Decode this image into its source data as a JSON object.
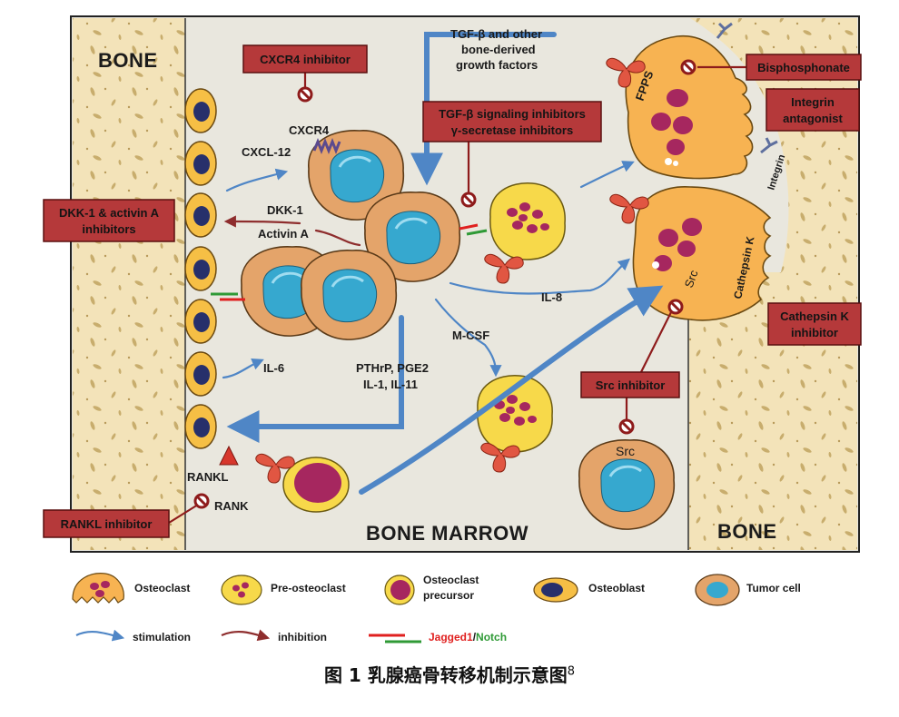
{
  "diagram": {
    "regions": {
      "bone_left": "BONE",
      "bone_right": "BONE",
      "marrow": "BONE MARROW"
    },
    "inhibitor_boxes": {
      "cxcr4": "CXCR4  inhibitor",
      "tgfb_line1": "TGF-β signaling inhibitors",
      "tgfb_line2": "γ-secretase inhibitors",
      "bisphosphonate": "Bisphosphonate",
      "integrin_line1": "Integrin",
      "integrin_line2": "antagonist",
      "dkk_line1": "DKK-1 & activin A",
      "dkk_line2": "inhibitors",
      "cathepsin_line1": "Cathepsin K",
      "cathepsin_line2": "inhibitor",
      "src": "Src  inhibitor",
      "rankl": "RANKL  inhibitor"
    },
    "labels": {
      "tgfb_factors_1": "TGF-β and other",
      "tgfb_factors_2": "bone-derived",
      "tgfb_factors_3": "growth factors",
      "cxcr4": "CXCR4",
      "cxcl12": "CXCL-12",
      "dkk1": "DKK-1",
      "activin": "Activin A",
      "il8": "IL-8",
      "mcsf": "M-CSF",
      "pthrp_1": "PTHrP, PGE2",
      "pthrp_2": "IL-1, IL-11",
      "il6": "IL-6",
      "rankl": "RANKL",
      "rank": "RANK",
      "fpps": "FPPS",
      "integrin": "Integrin",
      "cathepsin": "Cathepsin K",
      "src_osteoclast": "Src",
      "src_tumor": "Src"
    },
    "legend": {
      "osteoclast": "Osteoclast",
      "pre_osteoclast": "Pre-osteoclast",
      "precursor_1": "Osteoclast",
      "precursor_2": "precursor",
      "osteoblast": "Osteoblast",
      "tumor_cell": "Tumor cell",
      "stimulation": "stimulation",
      "inhibition": "inhibition",
      "jagged": "Jagged1",
      "slash": "/",
      "notch": "Notch"
    },
    "colors": {
      "stimulation_arrow": "#4f86c6",
      "inhibition_arrow": "#8e2d2d",
      "inhibitor_box": "#b5393a",
      "jagged": "#e0201f",
      "notch": "#2f9a36"
    }
  },
  "caption": {
    "text": "图 1   乳腺癌骨转移机制示意图",
    "ref": "8"
  }
}
